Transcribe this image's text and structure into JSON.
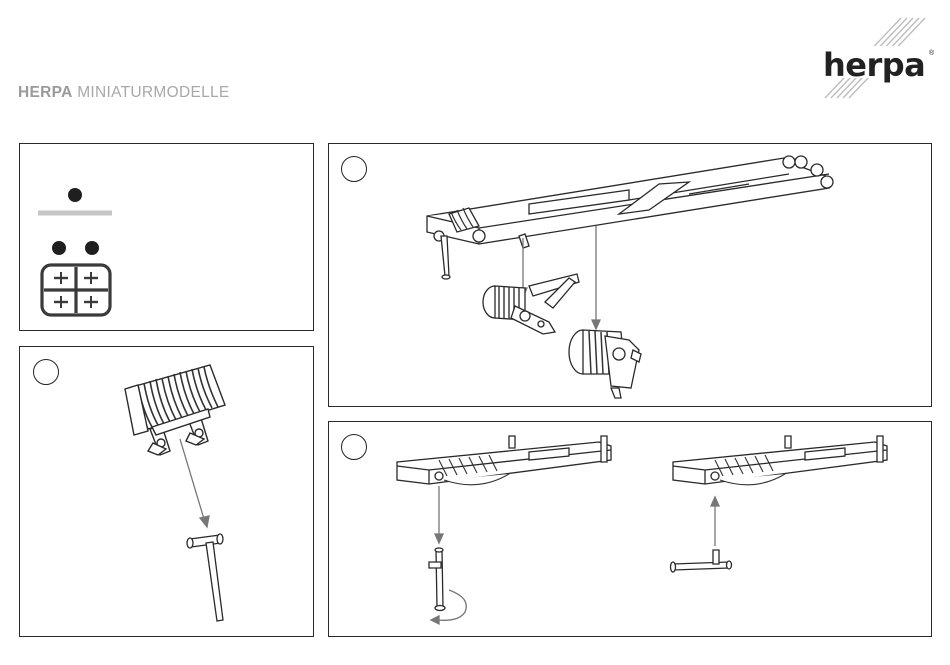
{
  "header": {
    "brand_bold": "HERPA",
    "brand_rest": " MINIATURMODELLE",
    "logo_text": "herpa",
    "logo_mark": "®"
  },
  "icons": {
    "logo": "herpa-stripes-logo",
    "legend_glue_point": "glue-dot-icon",
    "legend_glue_two": "two-glue-dots-icon",
    "legend_sprue": "parts-sprue-icon"
  },
  "colors": {
    "line": "#2a2a2a",
    "arrow": "#777777",
    "legend_bar": "#c6c6c6",
    "brand_gray": "#a8a8a8"
  }
}
